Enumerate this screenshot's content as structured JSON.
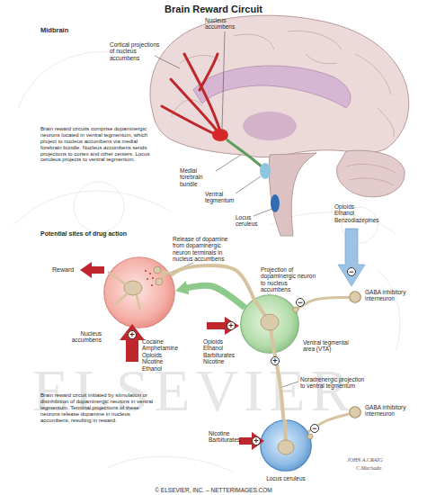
{
  "diagram": {
    "title": "Brain Reward Circuit",
    "nodes": [
      {
        "text": [
          "Nucleus accumbens"
        ]
      },
      {
        "text": [
          "GABA inhibitory interneuron"
        ]
      },
      {
        "text": [
          "Ventral tegmental area (VTA)"
        ]
      },
      {
        "text": [
          "GABA inhibitory interneuron"
        ]
      },
      {
        "text": [
          "Locus ceruleus"
        ]
      }
    ],
    "edges": [
      {
        "from": 2,
        "to": 0,
        "arrow": "to"
      },
      {
        "from": 2,
        "to": 0,
        "arrow": "none"
      },
      {
        "from": 1,
        "to": 2,
        "arrow": "none"
      },
      {
        "from": 4,
        "to": 2,
        "arrow": "none"
      },
      {
        "from": 3,
        "to": 4,
        "arrow": "none"
      }
    ],
    "labels": [
      "Midbrain",
      "Nucleus accumbens",
      "Cortical projections of nucleus accumbens",
      "Brain reward circuits comprise dopaminergic neurons located in ventral tegmentum, which project to nucleus accumbens via medial forebrain bundle. Nucleus accumbens sends projections to cortex and other centers. Locus ceruleus projects to ventral tegmentum.",
      "Medial forebrain bundle",
      "Ventral tegmentum",
      "Locus ceruleus",
      "Potential sites of drug action",
      "Release of dopamine from dopaminergic neuron terminals in nucleus accumbens",
      "Opioids Ethanol Benzodiazepines",
      "Reward",
      "Projection of dopaminergic neuron to nucleus accumbens",
      "Opioids Ethanol Barbiturates Nicotine",
      "Cocaine Amphetamine Opioids Nicotine Ethanol",
      "Noradrenergic projection to ventral tegmentum",
      "Brain reward circuit initiated by stimulation or disinhibition of dopaminergic neurons in ventral tegmentum. Terminal projections of these neurons release dopamine in nucleus accumbens, resulting in reward.",
      "Nicotine Barbiturates",
      "+",
      "+",
      "−",
      "+",
      "−",
      "+",
      "−",
      "ELSEVIER",
      "JOHN A.CRAIG",
      "C.Machado",
      "© ELSEVIER, INC. – NETTERIMAGES.COM"
    ]
  }
}
